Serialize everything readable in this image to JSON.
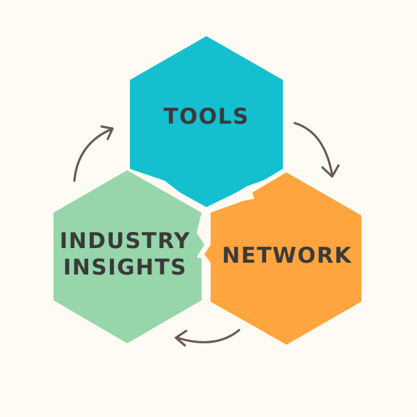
{
  "colors": {
    "background": "#fdfbf3",
    "tools": "#14bfcf",
    "network": "#ffa53f",
    "insights": "#97d5aa",
    "arrow": "#6b5a50",
    "text": "#3a3a3a"
  },
  "nodes": {
    "tools": {
      "label": "TOOLS"
    },
    "network": {
      "label": "NETWORK"
    },
    "insights": {
      "line1": "INDUSTRY",
      "line2": "INSIGHTS"
    }
  },
  "cycle": [
    "tools",
    "network",
    "insights"
  ]
}
